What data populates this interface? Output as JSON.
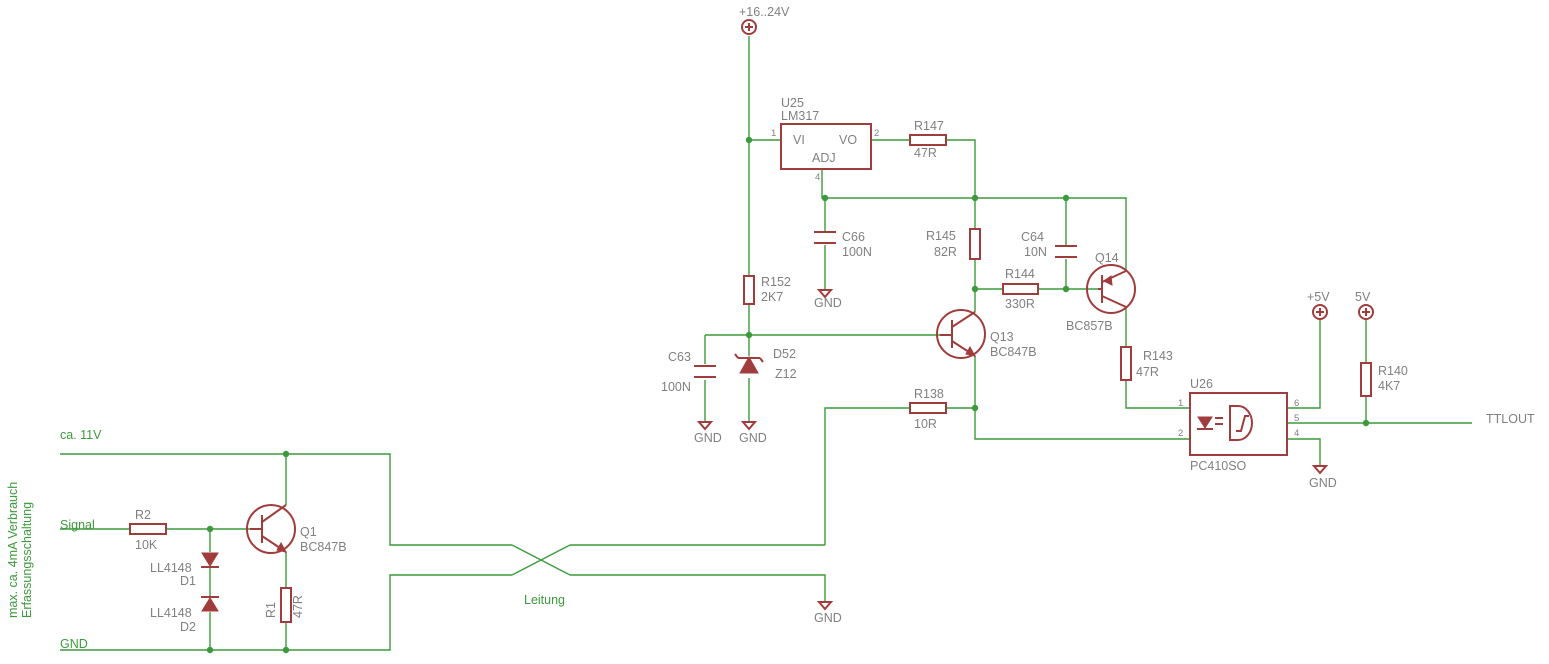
{
  "power": {
    "supply_in": "+16..24V",
    "plus5v": "+5V",
    "fivev": "5V",
    "gnd": "GND"
  },
  "regulator": {
    "name": "U25",
    "value": "LM317",
    "pin_vi": "VI",
    "pin_vo": "VO",
    "pin_adj": "ADJ",
    "pin1": "1",
    "pin2": "2",
    "pin4": "4"
  },
  "components": {
    "r147": {
      "name": "R147",
      "value": "47R"
    },
    "r145": {
      "name": "R145",
      "value": "82R"
    },
    "r144": {
      "name": "R144",
      "value": "330R"
    },
    "r152": {
      "name": "R152",
      "value": "2K7"
    },
    "r138": {
      "name": "R138",
      "value": "10R"
    },
    "r143": {
      "name": "R143",
      "value": "47R"
    },
    "r140": {
      "name": "R140",
      "value": "4K7"
    },
    "r2": {
      "name": "R2",
      "value": "10K"
    },
    "r1": {
      "name": "R1",
      "value": "47R"
    },
    "c66": {
      "name": "C66",
      "value": "100N"
    },
    "c64": {
      "name": "C64",
      "value": "10N"
    },
    "c63": {
      "name": "C63",
      "value": "100N"
    },
    "d52": {
      "name": "D52",
      "value": "Z12"
    },
    "d1": {
      "name": "D1",
      "value": "LL4148"
    },
    "d2": {
      "name": "D2",
      "value": "LL4148"
    },
    "q13": {
      "name": "Q13",
      "value": "BC847B"
    },
    "q14": {
      "name": "Q14",
      "value": "BC857B"
    },
    "q1": {
      "name": "Q1",
      "value": "BC847B"
    }
  },
  "optocoupler": {
    "name": "U26",
    "value": "PC410SO",
    "pin1": "1",
    "pin2": "2",
    "pin4": "4",
    "pin5": "5",
    "pin6": "6"
  },
  "nets": {
    "ttlout": "TTLOUT",
    "ca11v": "ca. 11V",
    "signal": "Signal",
    "gnd_left": "GND",
    "leitung": "Leitung"
  },
  "annotation": {
    "line1": "max. ca. 4mA Verbrauch",
    "line2": "Erfassungsschaltung"
  }
}
